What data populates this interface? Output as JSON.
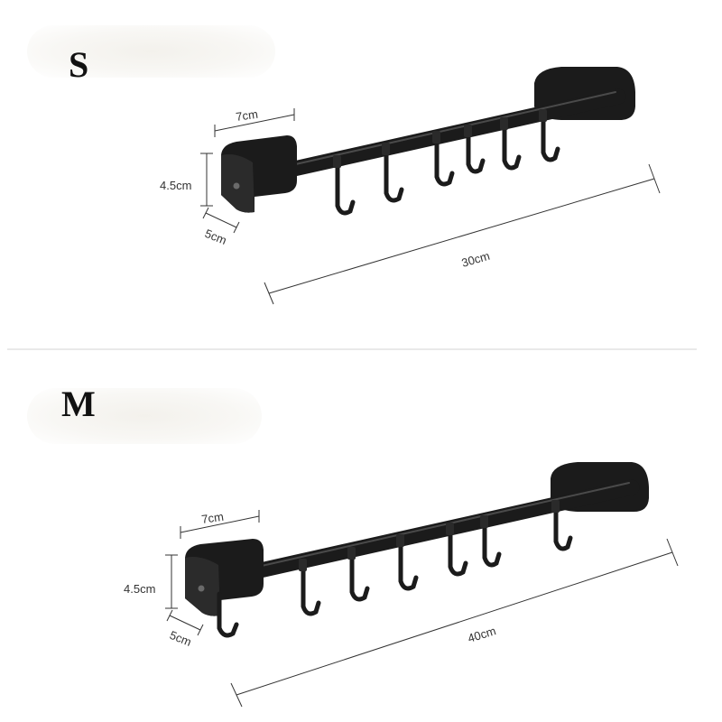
{
  "products": [
    {
      "size_label": "S",
      "width": "7cm",
      "height": "4.5cm",
      "depth": "5cm",
      "length": "30cm",
      "hook_count": 6
    },
    {
      "size_label": "M",
      "width": "7cm",
      "height": "4.5cm",
      "depth": "5cm",
      "length": "40cm",
      "hook_count": 7
    }
  ],
  "colors": {
    "rack": "#1b1b1b",
    "rack_highlight": "#4a4a4a",
    "dimension_lines": "#333333",
    "background": "#ffffff"
  }
}
